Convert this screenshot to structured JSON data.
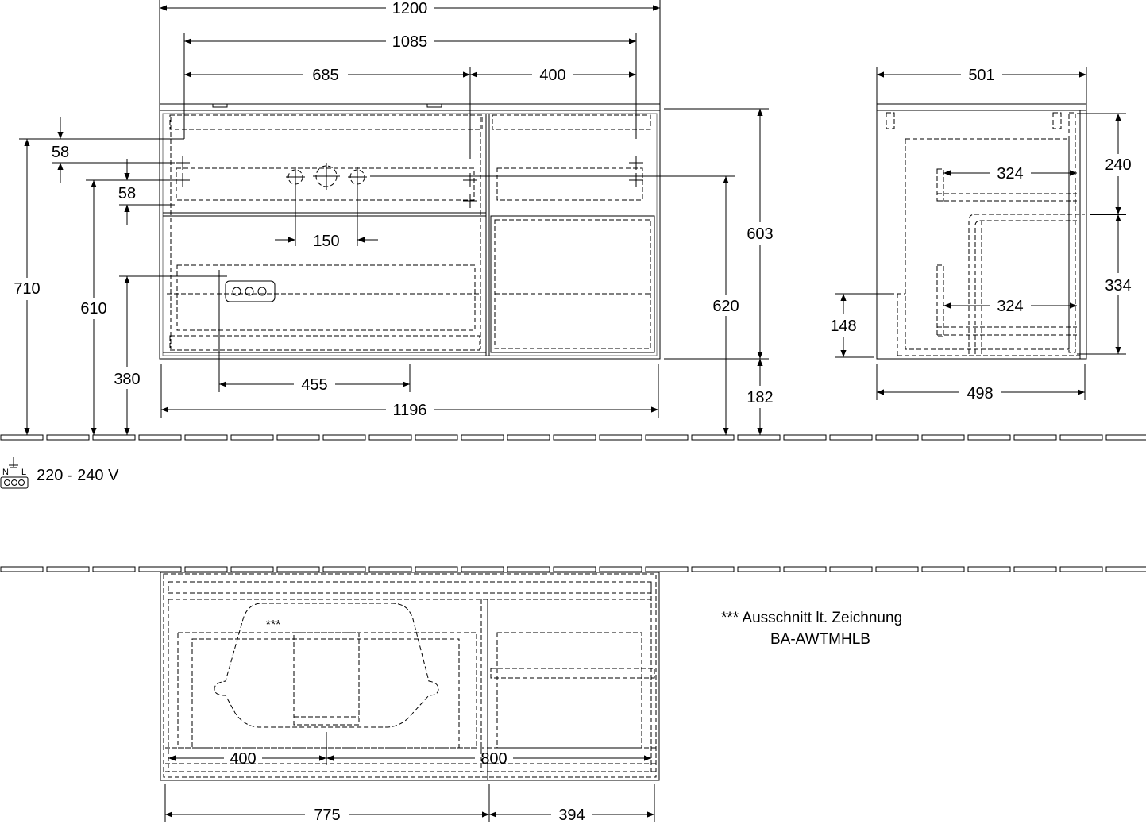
{
  "front_view": {
    "dims": {
      "width_total": "1200",
      "width_inner": "1085",
      "width_left": "685",
      "width_right": "400",
      "tap_spacing": "150",
      "outlet_offset": "455",
      "width_bottom": "1196",
      "height_total": "710",
      "height_610": "610",
      "height_380": "380",
      "gap_58_top": "58",
      "gap_58_bottom": "58",
      "body_height": "603",
      "height_620": "620",
      "floor_gap": "182"
    },
    "power_label": "220 - 240 V",
    "power_symbol": {
      "n": "N",
      "l": "L"
    }
  },
  "side_view": {
    "dims": {
      "depth_top": "501",
      "depth_bottom": "498",
      "shelf_top": "324",
      "shelf_bottom": "324",
      "height_240": "240",
      "height_334": "334",
      "height_148": "148"
    }
  },
  "top_view": {
    "dims": {
      "bowl_offset": "400",
      "inner_800": "800",
      "width_775": "775",
      "width_394": "394"
    },
    "cutout_mark": "***",
    "note_line1": "*** Ausschnitt lt. Zeichnung",
    "note_line2": "BA-AWTMHLB"
  }
}
